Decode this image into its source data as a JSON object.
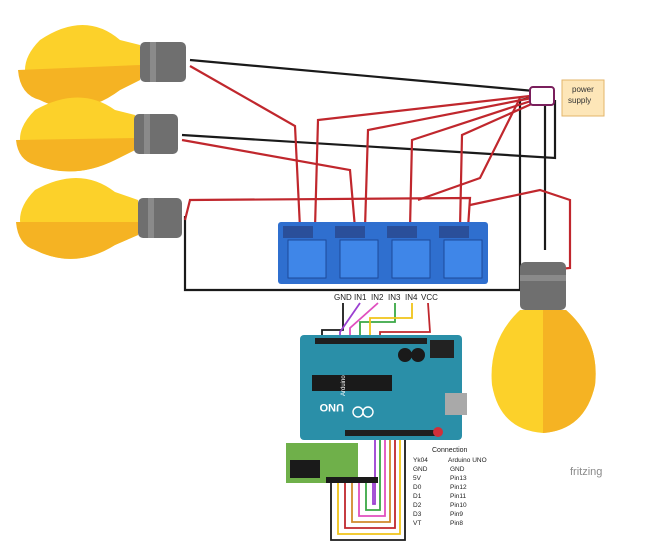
{
  "power_supply": {
    "line1": "power",
    "line2": "supply"
  },
  "relay_pins": [
    "GND",
    "IN1",
    "IN2",
    "IN3",
    "IN4",
    "VCC"
  ],
  "arduino": {
    "board_label": "UNO",
    "brand_label": "Arduino"
  },
  "connection_table": {
    "title": "Connection",
    "headers": [
      "Yk04",
      "Arduino UNO"
    ],
    "rows": [
      [
        "GND",
        "GND"
      ],
      [
        "5V",
        "Pin13"
      ],
      [
        "D0",
        "Pin12"
      ],
      [
        "D1",
        "Pin11"
      ],
      [
        "D2",
        "Pin10"
      ],
      [
        "D3",
        "Pin9"
      ],
      [
        "VT",
        "Pin8"
      ]
    ]
  },
  "watermark": "fritzing",
  "colors": {
    "bulb_light": "#fcd12a",
    "bulb_dark": "#f5b323",
    "socket": "#6f6f6f",
    "relay_blue": "#2f6fcf",
    "arduino_teal": "#2a8fa8",
    "wire_red": "#c0272d",
    "wire_black": "#1a1a1a",
    "rf_green": "#6fb04a"
  }
}
